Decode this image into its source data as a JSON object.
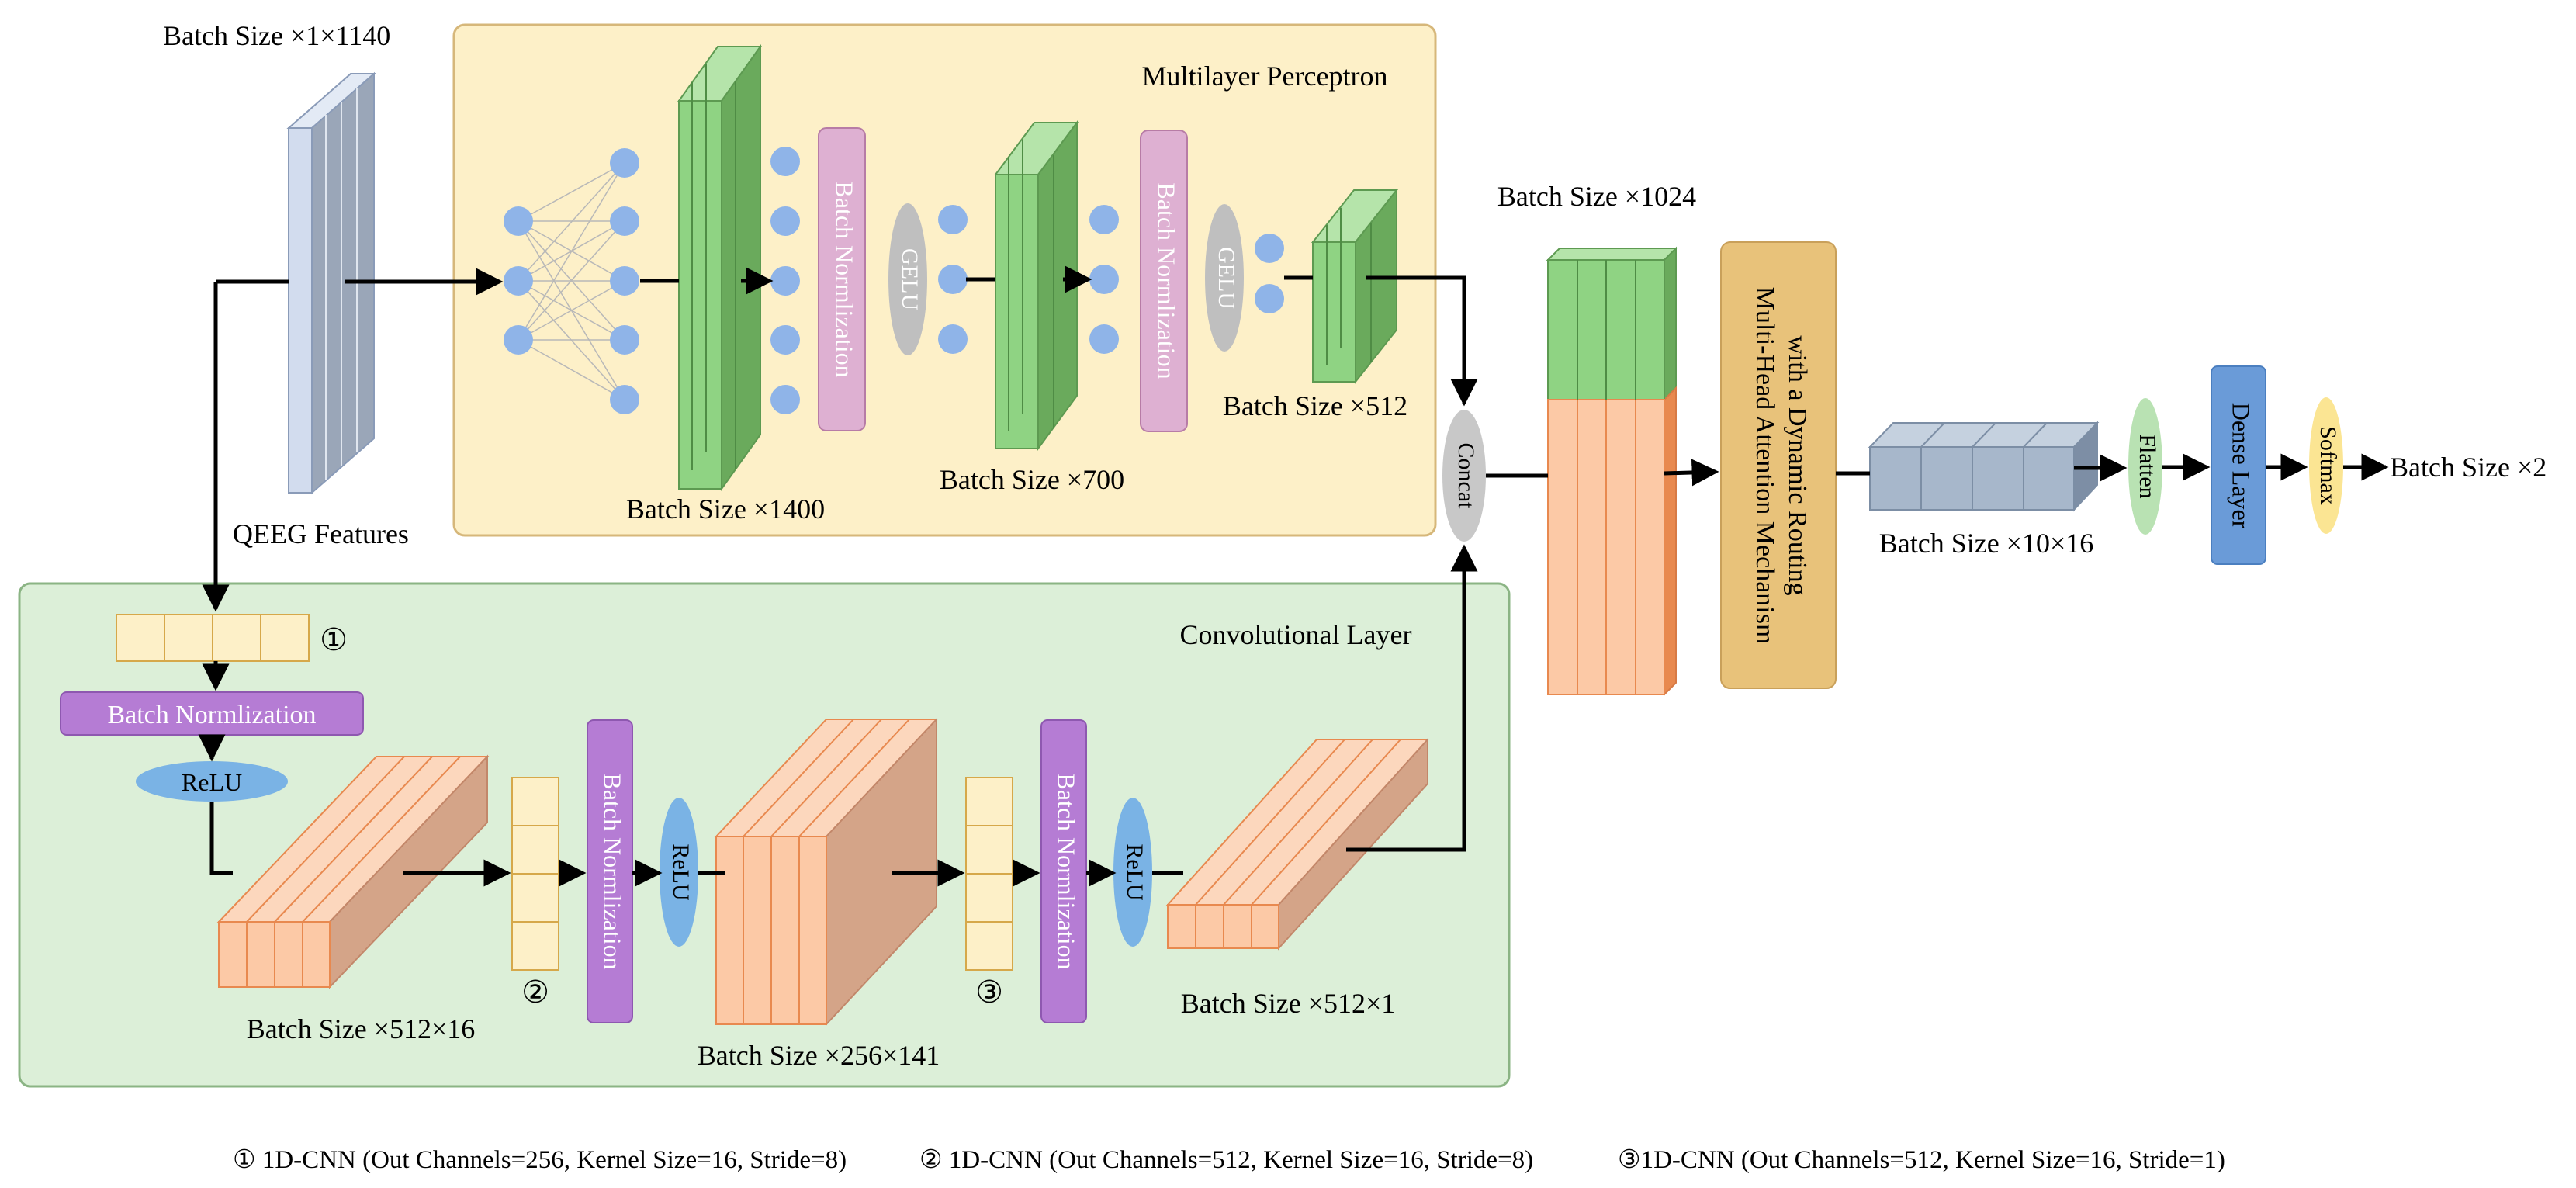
{
  "panels": {
    "mlp": "Multilayer Perceptron",
    "conv": "Convolutional Layer"
  },
  "labels": {
    "input_size": "Batch Size ×1×1140",
    "qeeg": "QEEG Features",
    "mlp_1400": "Batch Size ×1400",
    "mlp_700": "Batch Size ×700",
    "mlp_512": "Batch Size ×512",
    "concat_1024": "Batch Size ×1024",
    "conv_512x16": "Batch Size ×512×16",
    "conv_256x141": "Batch Size ×256×141",
    "conv_512x1": "Batch Size ×512×1",
    "routing_10x16": "Batch Size ×10×16",
    "output_2": "Batch Size ×2"
  },
  "ops": {
    "batch_norm": "Batch Normlization",
    "gelu": "GELU",
    "relu": "ReLU",
    "concat": "Concat",
    "attention_line1": "Multi-Head Attention Mechanism",
    "attention_line2": "with a Dynamic Routing",
    "flatten": "Flatten",
    "dense": "Dense Layer",
    "softmax": "Softmax"
  },
  "markers": {
    "one": "①",
    "two": "②",
    "three": "③"
  },
  "legend": {
    "one": "① 1D-CNN (Out Channels=256, Kernel Size=16, Stride=8)",
    "two": "② 1D-CNN (Out Channels=512, Kernel Size=16, Stride=8)",
    "three": "③1D-CNN (Out Channels=512, Kernel Size=16, Stride=1)"
  },
  "colors": {
    "mlp_panel": "#fdf0c8",
    "conv_panel": "#dcefd8",
    "green": "#8fd383",
    "orange": "#fcc9a6",
    "purple": "#b57cd4",
    "pink": "#deb0d2",
    "relu_blue": "#7ab3e5",
    "node_blue": "#8fb4e8",
    "attention": "#e8c27a",
    "dense": "#6a9bd8",
    "flatten": "#b9e2b3",
    "softmax": "#fbe593",
    "slate": "#a7b7cb"
  }
}
